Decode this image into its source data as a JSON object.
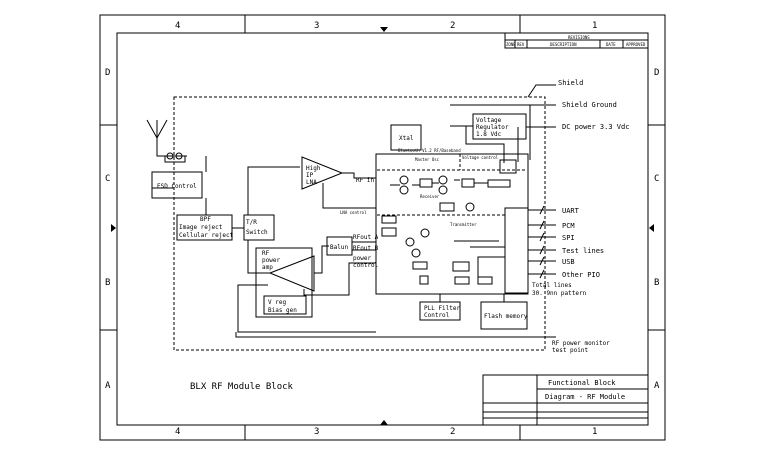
{
  "frame": {
    "columns": [
      "4",
      "3",
      "2",
      "1"
    ],
    "rows": [
      "D",
      "C",
      "B",
      "A"
    ]
  },
  "revisions": {
    "title": "REVISIONS",
    "headers": [
      "ZONE",
      "REV",
      "DESCRIPTION",
      "DATE",
      "APPROVED"
    ]
  },
  "shield": {
    "label": "Shield"
  },
  "blocks": {
    "esd": "ESD Control",
    "bpf": [
      "BPF",
      "Image reject",
      "Cellular reject"
    ],
    "tr_switch": [
      "T/R",
      "Switch"
    ],
    "lna": [
      "High",
      "IP",
      "LNA"
    ],
    "pa": [
      "RF",
      "power",
      "amp"
    ],
    "vreg_bias": [
      "V reg",
      "Bias gen"
    ],
    "balun": "Balun",
    "xtal": "Xtal",
    "vreg": [
      "Voltage",
      "Regulator",
      "1.8 Vdc"
    ],
    "chip_title": "Bluetooth V1.2 RF/Baseband",
    "master_osc": "Master Osc",
    "voltage_control": "Voltage control",
    "receiver": "Receiver",
    "transmitter": "Transmitter",
    "pll": [
      "PLL Filter",
      "Control"
    ],
    "flash": "Flash memory"
  },
  "signals": {
    "rf_in": "RF in",
    "lna_control": "LNA control",
    "rfout_a": "RFout A",
    "rfout_b": "RFout B",
    "power_control": [
      "power",
      "control"
    ]
  },
  "ports": {
    "shield_ground": "Shield Ground",
    "dc_power": "DC power 3.3 Vdc",
    "uart": "UART",
    "pcm": "PCM",
    "spi": "SPI",
    "test_lines": "Test lines",
    "usb": "USB",
    "other_pio": "Other PIO",
    "total_lines": [
      "Total lines",
      "30. 9nn pattern"
    ],
    "rf_monitor": [
      "RF power monitor",
      "test point"
    ]
  },
  "drawing_title": "BLX RF Module Block",
  "title_block": {
    "line1": "Functional Block",
    "line2": "Diagram - RF Module"
  }
}
